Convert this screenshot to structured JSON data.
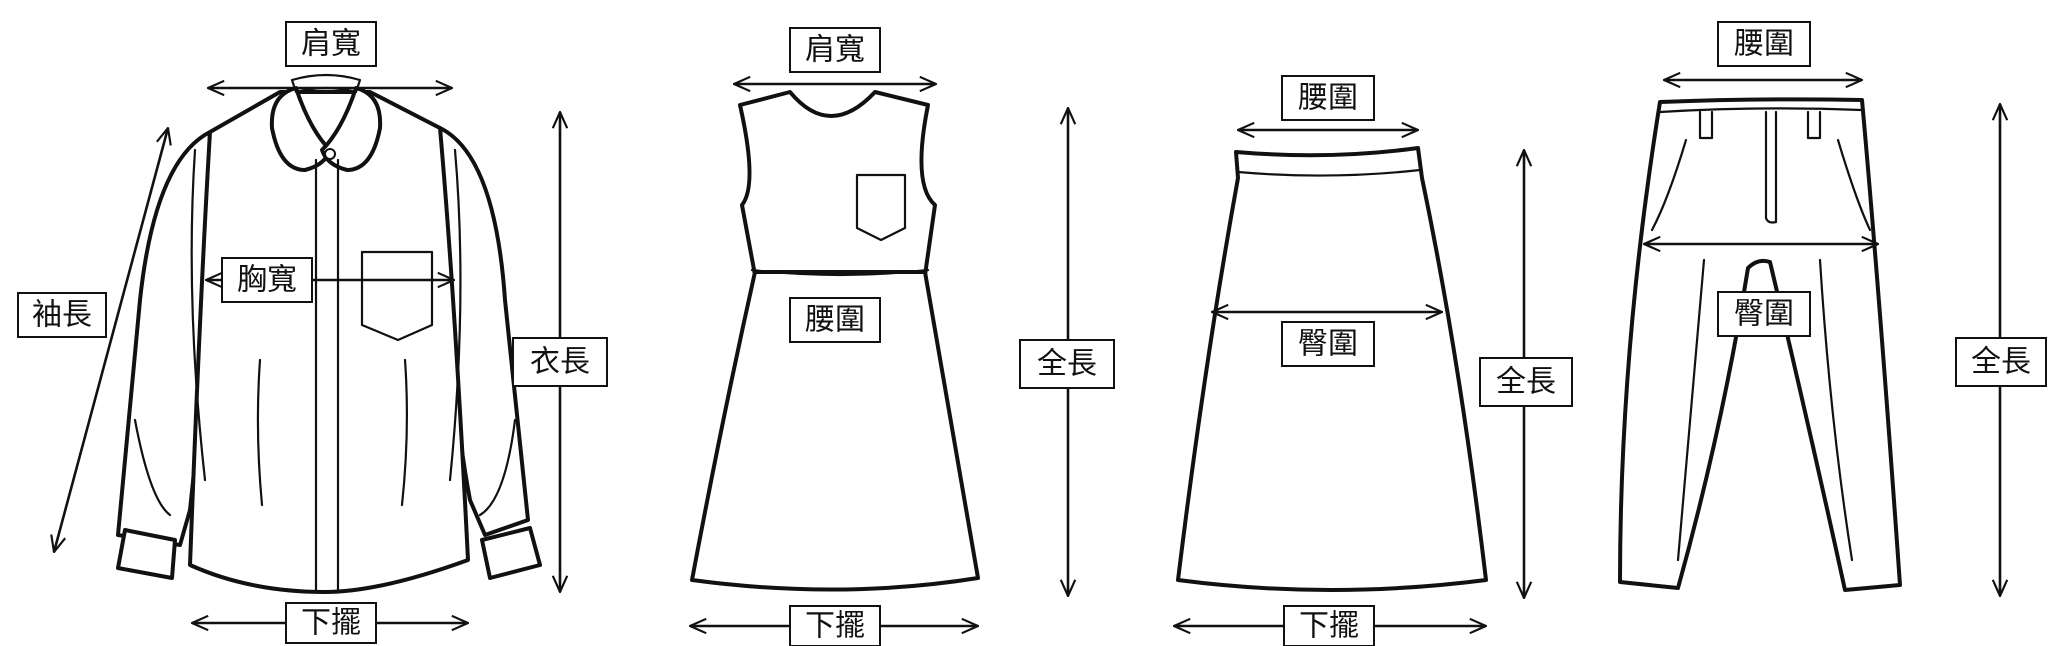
{
  "labels": {
    "shoulder_width": "肩寬",
    "chest_width": "胸寬",
    "sleeve_length": "袖長",
    "garment_length": "衣長",
    "hem": "下擺",
    "waist": "腰圍",
    "total_length": "全長",
    "hip": "臀圍"
  },
  "colors": {
    "line": "#111111",
    "background": "#ffffff"
  }
}
